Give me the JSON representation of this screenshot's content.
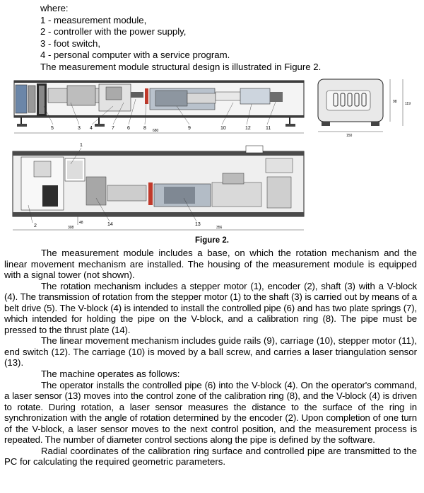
{
  "intro": {
    "where": "where:",
    "items": [
      "1 - measurement module,",
      "2 - controller with the power supply,",
      "3 - foot switch,",
      "4 - personal computer with a service program."
    ],
    "design_sentence": "The measurement module structural design is illustrated in Figure 2."
  },
  "figure": {
    "caption": "Figure 2.",
    "top_view_labels": [
      "5",
      "3",
      "4",
      "7",
      "6",
      "8",
      "9",
      "10",
      "12",
      "11"
    ],
    "top_view_dim": "680",
    "side_view_dims": [
      "150",
      "98",
      "119"
    ],
    "bottom_view_labels": [
      "1",
      "2",
      "14",
      "13"
    ],
    "bottom_view_dims": [
      "308",
      "356",
      "48"
    ]
  },
  "body": {
    "paragraphs": [
      "The measurement module includes a base, on which the rotation mechanism and the linear movement mechanism are installed. The housing of the measurement module is equipped with a signal tower (not shown).",
      "The rotation mechanism includes a stepper motor (1), encoder (2), shaft (3) with a V-block (4). The transmission of rotation from the stepper motor (1) to the shaft (3) is carried out by means of a belt drive (5). The V-block (4) is intended to install the controlled pipe (6) and has two plate springs (7), which intended for holding the pipe on the V-block, and a calibration ring (8). The pipe must be pressed to the thrust plate (14).",
      "The linear movement mechanism includes guide rails (9), carriage (10), stepper motor (11), end switch (12). The carriage (10) is moved by a ball screw, and carries a laser triangulation sensor (13).",
      "The machine operates as follows:",
      "The operator installs the controlled pipe (6) into the V-block (4). On the operator's command, a laser sensor (13) moves into the control zone of the calibration ring (8), and the V-block (4) is driven to rotate. During rotation, a laser sensor measures the distance to the surface of the ring in synchronization with the angle of rotation determined by the encoder (2). Upon completion of one turn of the V-block, a laser sensor moves to the next control position, and the measurement process is repeated. The number of diameter control sections along the pipe is defined by the software.",
      "Radial coordinates of the calibration ring surface and controlled pipe are transmitted to the PC for calculating the required geometric parameters."
    ]
  }
}
